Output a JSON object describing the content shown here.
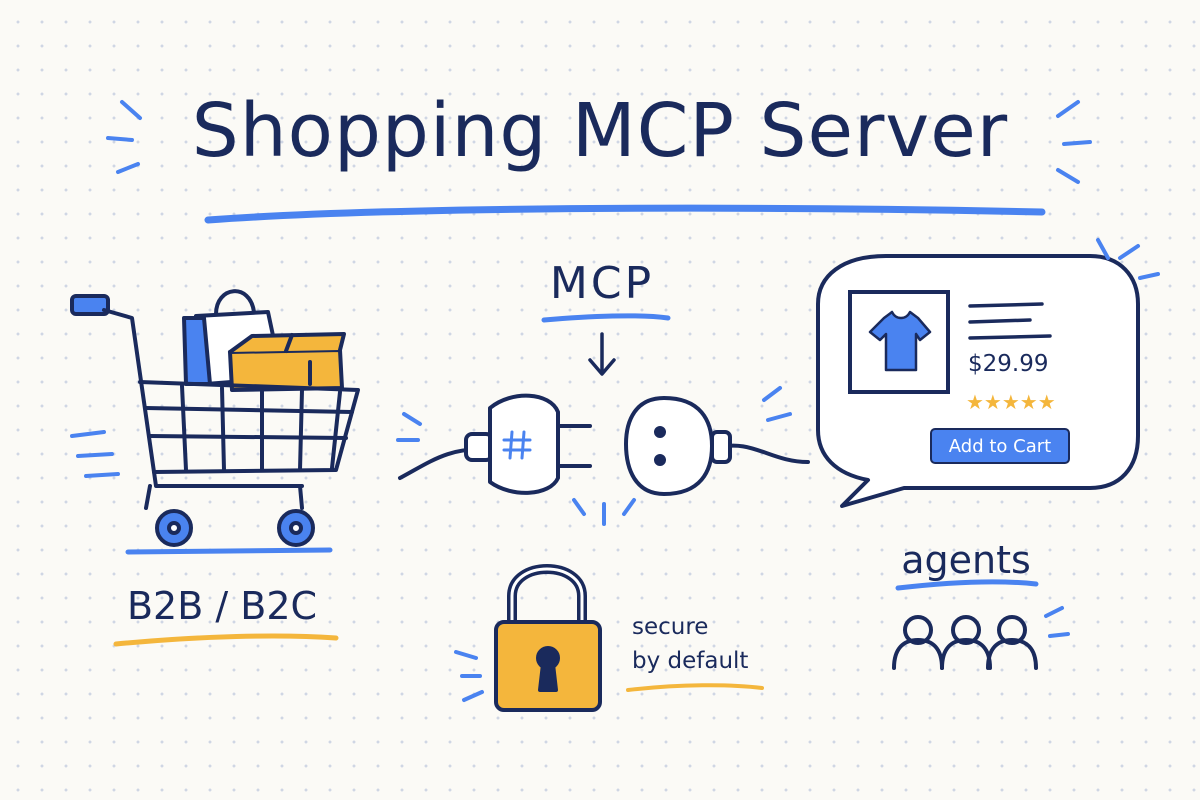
{
  "title": "Shopping MCP Server",
  "connector": {
    "label": "MCP"
  },
  "commerce": {
    "label": "B2B / B2C"
  },
  "security": {
    "line1": "secure",
    "line2": "by default"
  },
  "product_card": {
    "price": "$29.99",
    "rating": "★★★★★",
    "button_label": "Add to Cart"
  },
  "agents": {
    "label": "agents"
  },
  "colors": {
    "ink": "#1a2a5c",
    "accent_blue": "#4a83f0",
    "accent_yellow": "#f4b63c",
    "background": "#fbfaf6"
  }
}
